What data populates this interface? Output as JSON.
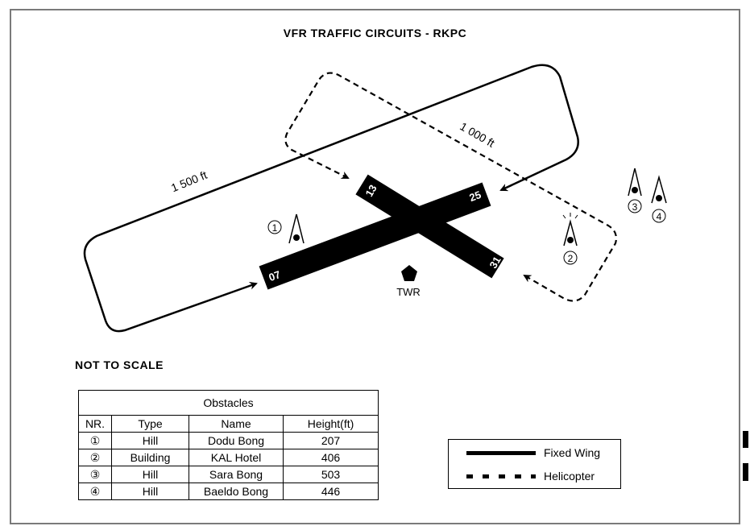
{
  "title": "VFR TRAFFIC CIRCUITS - RKPC",
  "diagram": {
    "fixed_wing_altitude": "1 500 ft",
    "helicopter_altitude": "1 000 ft",
    "runways": [
      "07",
      "25",
      "13",
      "31"
    ],
    "tower_label": "TWR",
    "obstacle_markers": [
      "①",
      "②",
      "③",
      "④"
    ]
  },
  "note": "NOT TO SCALE",
  "obstacles_table": {
    "title": "Obstacles",
    "columns": [
      "NR.",
      "Type",
      "Name",
      "Height(ft)"
    ],
    "rows": [
      {
        "nr": "①",
        "type": "Hill",
        "name": "Dodu Bong",
        "height": "207"
      },
      {
        "nr": "②",
        "type": "Building",
        "name": "KAL Hotel",
        "height": "406"
      },
      {
        "nr": "③",
        "type": "Hill",
        "name": "Sara Bong",
        "height": "503"
      },
      {
        "nr": "④",
        "type": "Hill",
        "name": "Baeldo Bong",
        "height": "446"
      }
    ]
  },
  "legend": {
    "fixed_wing": "Fixed Wing",
    "helicopter": "Helicopter"
  }
}
